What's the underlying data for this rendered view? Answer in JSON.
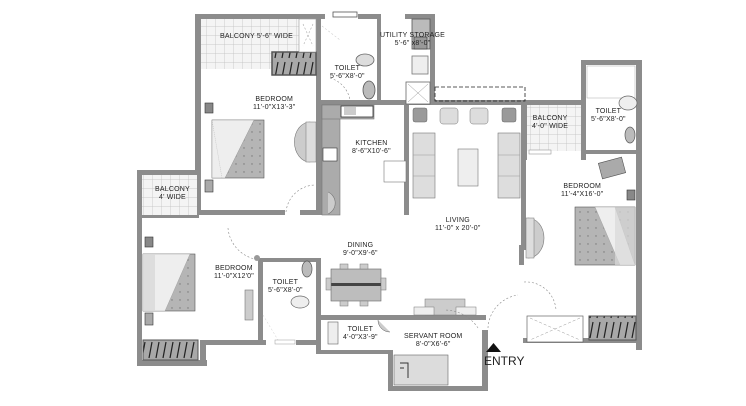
{
  "plan": {
    "colors": {
      "wall": "#8c8c8c",
      "floor_tile": "#e4e4e4",
      "furniture": "#cfcfcf",
      "bed": "#b9b9b9",
      "background": "#ffffff"
    },
    "rooms": [
      {
        "id": "balcony-top",
        "name": "BALCONY 5'-6\" WIDE",
        "size": ""
      },
      {
        "id": "toilet-top",
        "name": "TOILET",
        "size": "5'-6\"X8'-0\""
      },
      {
        "id": "utility",
        "name": "UTILITY STORAGE",
        "size": "5'-6\" x8'-0\""
      },
      {
        "id": "bedroom-1",
        "name": "BEDROOM",
        "size": "11'-0\"X13'-3\""
      },
      {
        "id": "kitchen",
        "name": "KITCHEN",
        "size": "8'-6\"X10'-6\""
      },
      {
        "id": "balcony-right",
        "name": "BALCONY",
        "size": "4'-0\" WIDE"
      },
      {
        "id": "toilet-right",
        "name": "TOILET",
        "size": "5'-6\"X8'-0\""
      },
      {
        "id": "bedroom-2",
        "name": "BEDROOM",
        "size": "11'-4\"X16'-0\""
      },
      {
        "id": "living",
        "name": "LIVING",
        "size": "11'-0\" x 20'-0\""
      },
      {
        "id": "balcony-left",
        "name": "BALCONY",
        "size": "4' WIDE"
      },
      {
        "id": "bedroom-3",
        "name": "BEDROOM",
        "size": "11'-0\"X12'0\""
      },
      {
        "id": "toilet-left",
        "name": "TOILET",
        "size": "5'-6\"X8'-0\""
      },
      {
        "id": "dining",
        "name": "DINING",
        "size": "9'-0\"X9'-6\""
      },
      {
        "id": "toilet-servant",
        "name": "TOILET",
        "size": "4'-0\"X3'-9\""
      },
      {
        "id": "servant-room",
        "name": "SERVANT ROOM",
        "size": "8'-0\"X6'-6\""
      }
    ],
    "entry": {
      "label": "ENTRY"
    }
  }
}
